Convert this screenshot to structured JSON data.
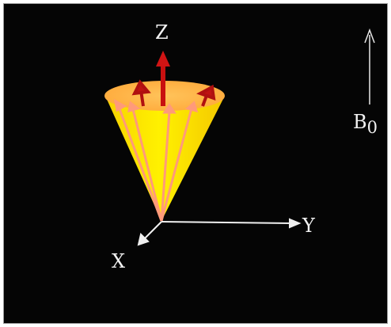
{
  "axes": {
    "z": "Z",
    "y": "Y",
    "x": "X"
  },
  "field": {
    "symbol": "B",
    "subscript": "0"
  },
  "colors": {
    "background": "#050505",
    "cone": "#ffe800",
    "cone_top": "#ffb347",
    "spin_vector": "#ff9a78",
    "net_magnetization": "#cc1010",
    "axis": "#f0f0f0"
  }
}
